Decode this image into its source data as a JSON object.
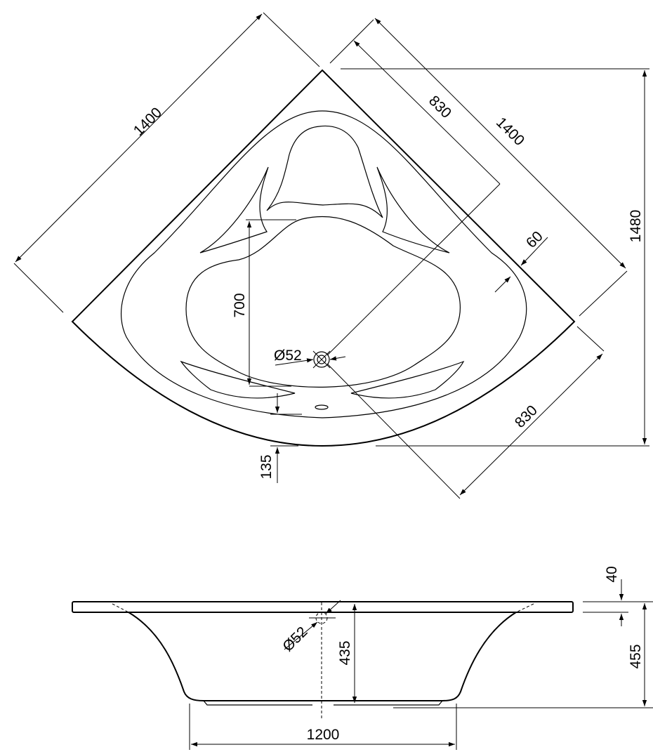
{
  "top_view": {
    "dim_left_side": "1400",
    "dim_right_side": "1400",
    "dim_drain_to_back": "830",
    "dim_depth_total": "1480",
    "dim_rim_width": "60",
    "dim_drain_to_side": "830",
    "dim_inner_length": "700",
    "dim_overflow_offset": "135",
    "dim_drain_diameter": "Ø52"
  },
  "side_view": {
    "dim_rim_thickness": "40",
    "dim_inner_depth": "435",
    "dim_total_height": "455",
    "dim_base_width": "1200",
    "dim_drain_diameter": "Ø52"
  }
}
